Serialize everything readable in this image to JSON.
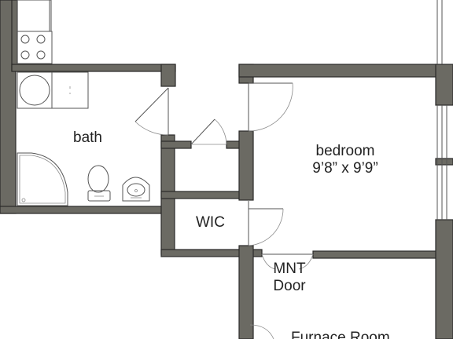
{
  "rooms": {
    "bath": {
      "name": "bath"
    },
    "bedroom": {
      "name": "bedroom",
      "dimensions": "9’8” x 9’9”"
    },
    "wic": {
      "name": "WIC"
    },
    "mnt_door": {
      "line1": "MNT",
      "line2": "Door"
    },
    "furnace_room": {
      "name": "Furnace Room"
    }
  },
  "colors": {
    "wall_fill": "#6b6a63",
    "wall_outline": "#2a2a28",
    "fixture_line": "#555555",
    "background": "#ffffff"
  },
  "icons": [
    "stove-icon",
    "washer-icon",
    "shower-icon",
    "toilet-icon",
    "sink-icon",
    "door-swing-icon",
    "window-icon"
  ]
}
